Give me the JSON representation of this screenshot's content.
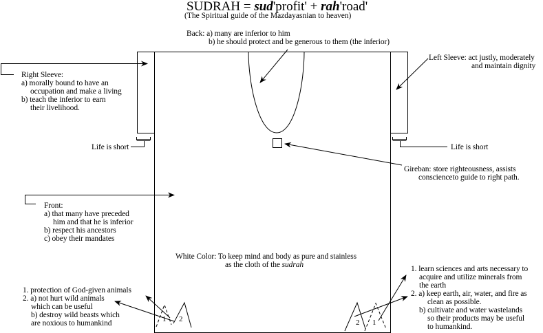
{
  "title": {
    "main": "SUDRAH =",
    "term1": "sud",
    "gloss1": "'profit' +",
    "term2": "rah",
    "gloss2": "'road'",
    "subtitle": "(The Spiritual guide of the Mazdayasnian to heaven)"
  },
  "back": {
    "line1": "Back: a) many are inferior to him",
    "line2": "b) he should protect and be generous to them (the inferior)"
  },
  "right_sleeve": {
    "heading": "Right Sleeve:",
    "a1": "a) morally bound to have an",
    "a2": "occupation and make a living",
    "b1": "b) teach the inferior to earn",
    "b2": "their livelihood."
  },
  "left_sleeve": {
    "line1": "Left Sleeve: act justly, moderately",
    "line2": "and maintain dignity"
  },
  "life_short_left": "Life is short",
  "life_short_right": "Life is short",
  "gireban": {
    "line1": "Gireban: store righteousness, assists",
    "line2": "conscienceto guide to right path."
  },
  "front": {
    "heading": "Front:",
    "a1": "a) that many have preceded",
    "a2": "him and that he is inferior",
    "b": "b) respect his ancestors",
    "c": "c) obey their mandates"
  },
  "white_color": {
    "line1": "White Color: To keep mind and body as pure and stainless",
    "line2_prefix": "as the cloth of the",
    "line2_term": "sudrah"
  },
  "bottom_left": {
    "l1": "1. protection of God-given animals",
    "l2": "2. a) not hurt wild animals",
    "l3": "which can be useful",
    "l4": "b) destroy wild beasts which",
    "l5": "are noxious to humankind"
  },
  "bottom_right": {
    "l1": "1. learn sciences and arts necessary to",
    "l2": "acquire and utilize minerals from",
    "l3": "the earth",
    "l4": "2. a) keep earth, air, water, and fire as",
    "l5": "clean as possible.",
    "l6": "b) cultivate and water wastelands",
    "l7": "so their products may be useful",
    "l8": "to humankind."
  },
  "triangle_labels": {
    "left_1": "1",
    "left_2": "2",
    "right_1": "1",
    "right_2": "2"
  }
}
